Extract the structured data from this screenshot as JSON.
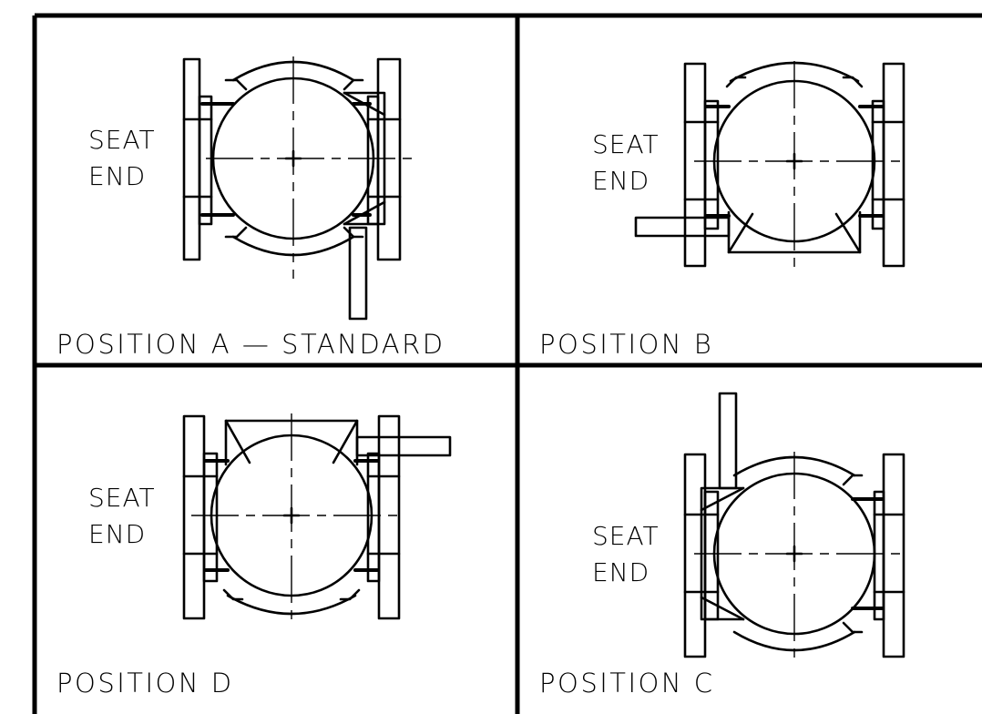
{
  "panels": [
    {
      "id": "a",
      "seat_line1": "SEAT",
      "seat_line2": "END",
      "position_label": "POSITION  A  —  STANDARD"
    },
    {
      "id": "b",
      "seat_line1": "SEAT",
      "seat_line2": "END",
      "position_label": "POSITION  B"
    },
    {
      "id": "d",
      "seat_line1": "SEAT",
      "seat_line2": "END",
      "position_label": "POSITION  D"
    },
    {
      "id": "c",
      "seat_line1": "SEAT",
      "seat_line2": "END",
      "position_label": "POSITION  C"
    }
  ]
}
